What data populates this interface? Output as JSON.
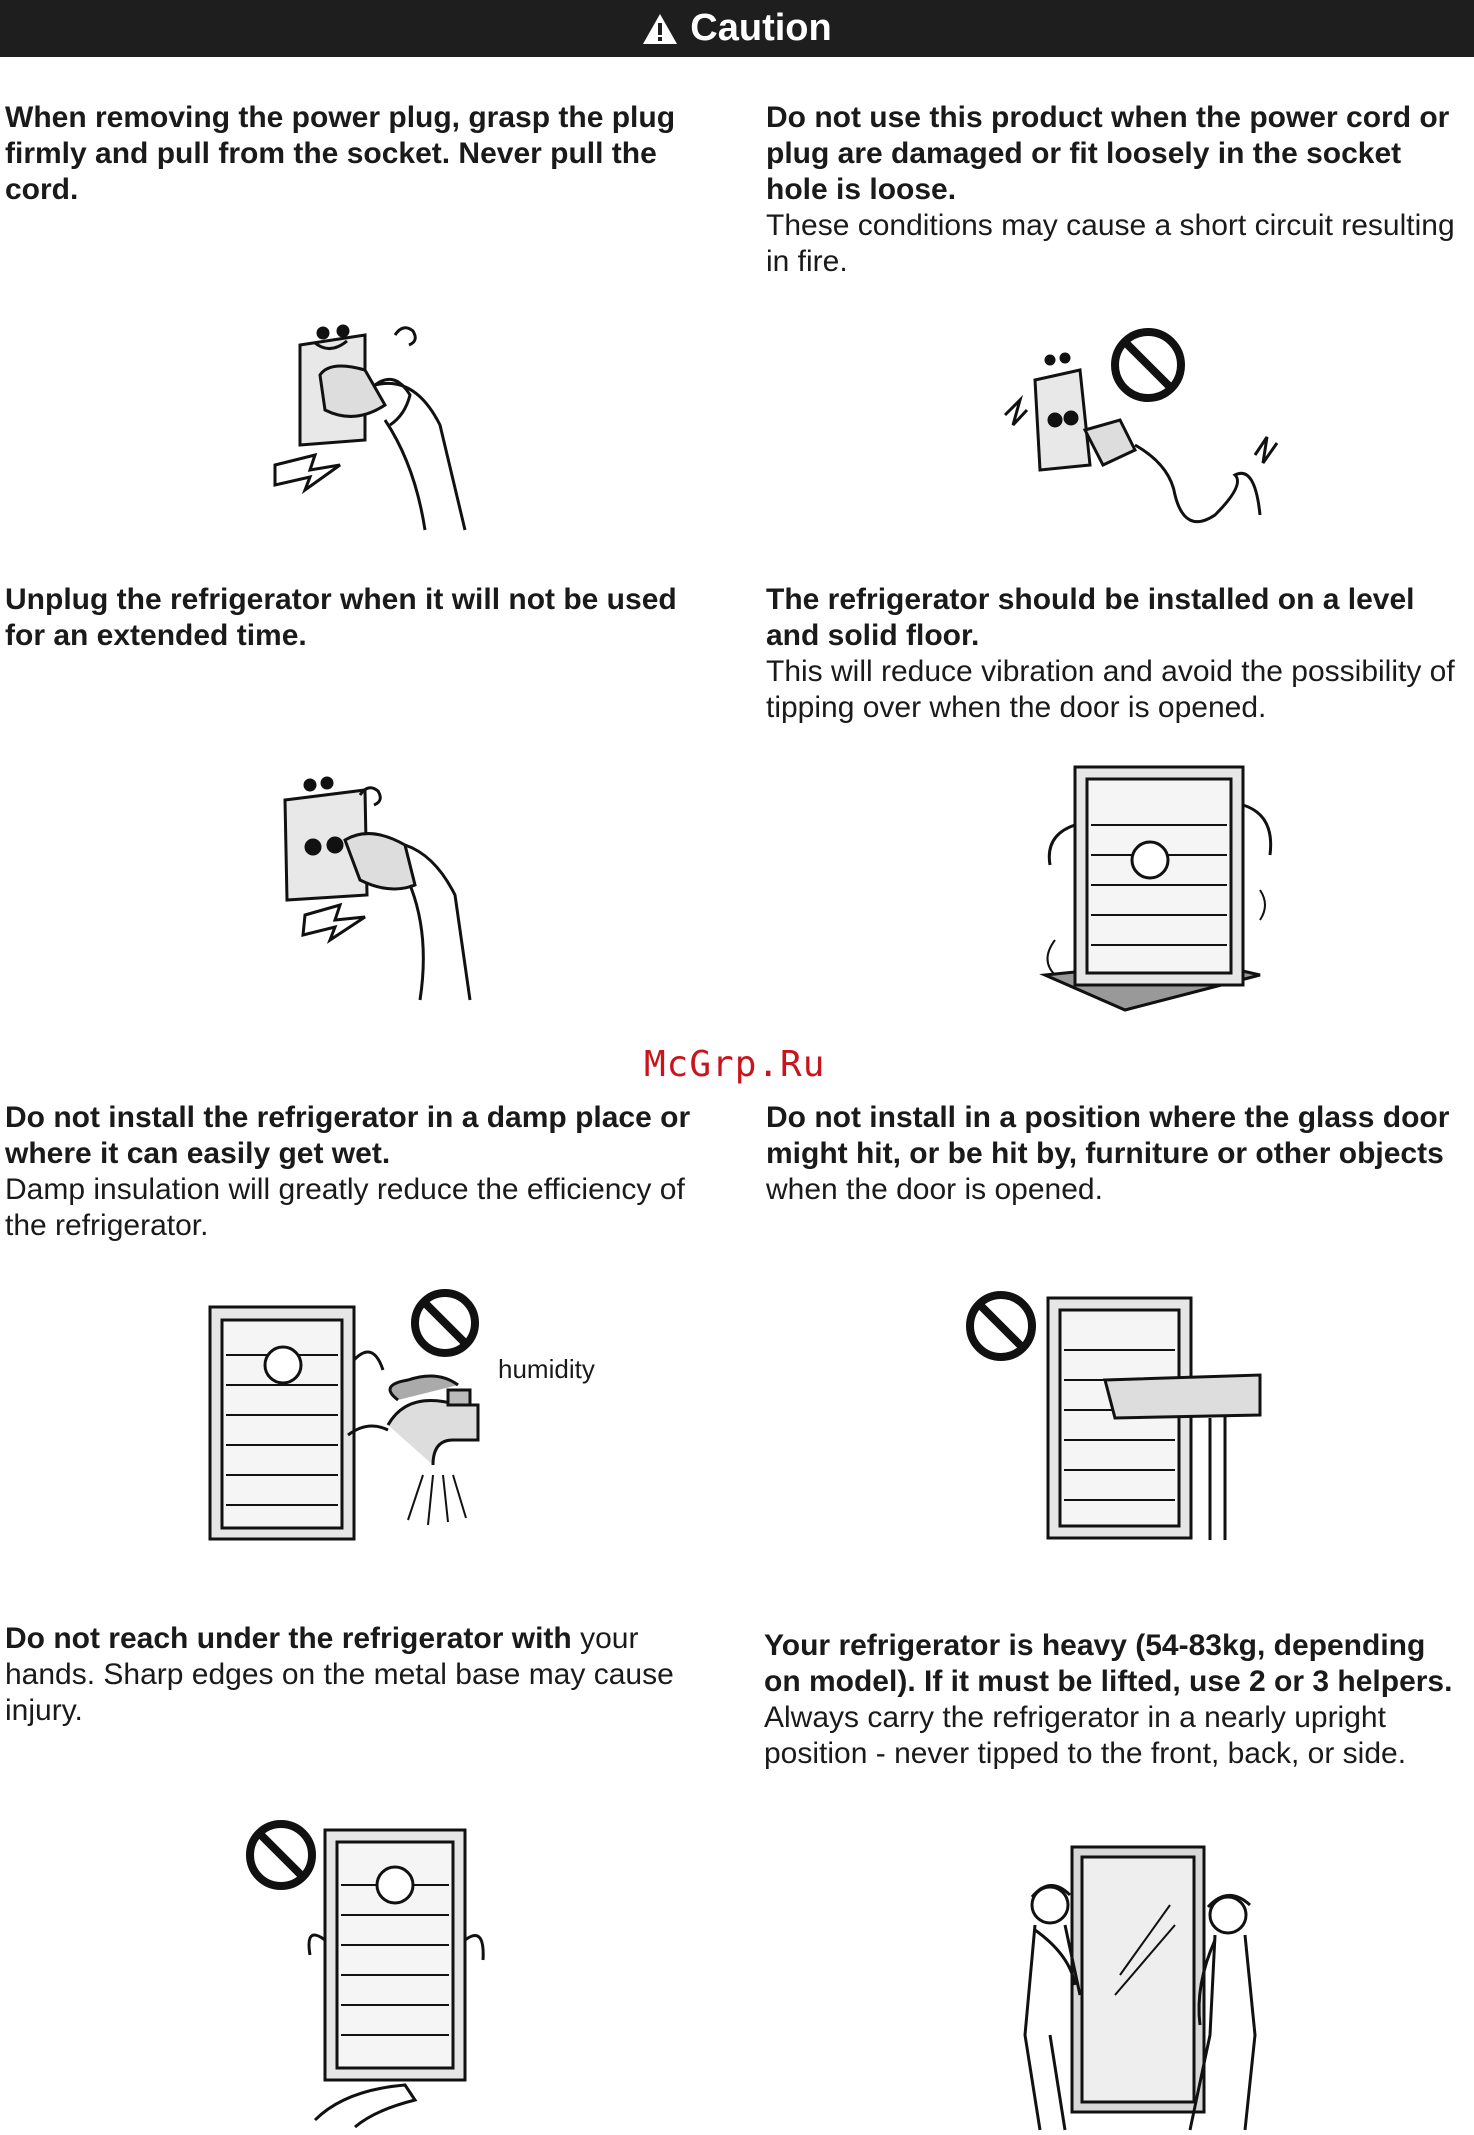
{
  "banner": {
    "title": "Caution",
    "icon": "warning-triangle-icon"
  },
  "watermark": "McGrp.Ru",
  "sections": [
    {
      "bold": "When removing the power plug, grasp the plug firmly and pull from the socket. Never pull the cord.",
      "normal": "",
      "illustration": "hand-pulling-plug-from-socket"
    },
    {
      "bold": "Do not use this product when the power cord or plug are damaged or fit loosely in the socket hole is loose.",
      "normal": "These conditions may cause a short circuit resulting in fire.",
      "illustration": "damaged-cord-sparking-prohibited"
    },
    {
      "bold": "Unplug the refrigerator when it will not be used for an extended time.",
      "normal": "",
      "illustration": "hand-unplugging-socket"
    },
    {
      "bold": "The refrigerator should be installed on a level and solid floor.",
      "normal": "This will reduce vibration and avoid the possibility of tipping over when the door is opened.",
      "illustration": "refrigerator-on-level-floor"
    },
    {
      "bold": "Do not install the refrigerator in a damp place or where it can easily get wet.",
      "normal": "Damp insulation will greatly reduce the efficiency of the refrigerator.",
      "illustration": "refrigerator-humidity-prohibited",
      "label": "humidity"
    },
    {
      "bold": "Do not install in a position where the glass door might hit, or be hit by, furniture or other objects",
      "normal": " when the door is opened.",
      "illustration": "refrigerator-near-table-prohibited"
    },
    {
      "bold": "Do not reach under the refrigerator with",
      "normal": " your hands. Sharp edges on the metal base may cause injury.",
      "illustration": "hand-under-refrigerator-prohibited"
    },
    {
      "bold": "Your refrigerator is heavy (54-83kg, depending on model). If it must be lifted, use 2 or 3 helpers.",
      "normal": "Always carry the refrigerator in a nearly upright position - never tipped to the front, back, or side.",
      "illustration": "two-people-carrying-refrigerator"
    }
  ]
}
